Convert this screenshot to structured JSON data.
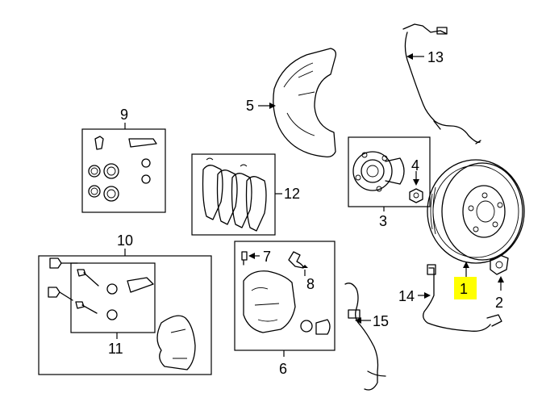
{
  "callouts": [
    {
      "id": "1",
      "label": "1",
      "highlight_color": "#ffff00"
    },
    {
      "id": "2",
      "label": "2"
    },
    {
      "id": "3",
      "label": "3"
    },
    {
      "id": "4",
      "label": "4"
    },
    {
      "id": "5",
      "label": "5"
    },
    {
      "id": "6",
      "label": "6"
    },
    {
      "id": "7",
      "label": "7"
    },
    {
      "id": "8",
      "label": "8"
    },
    {
      "id": "9",
      "label": "9"
    },
    {
      "id": "10",
      "label": "10"
    },
    {
      "id": "11",
      "label": "11"
    },
    {
      "id": "12",
      "label": "12"
    },
    {
      "id": "13",
      "label": "13"
    },
    {
      "id": "14",
      "label": "14"
    },
    {
      "id": "15",
      "label": "15"
    }
  ],
  "colors": {
    "line": "#000000",
    "background": "#ffffff",
    "highlight": "#ffff00"
  }
}
